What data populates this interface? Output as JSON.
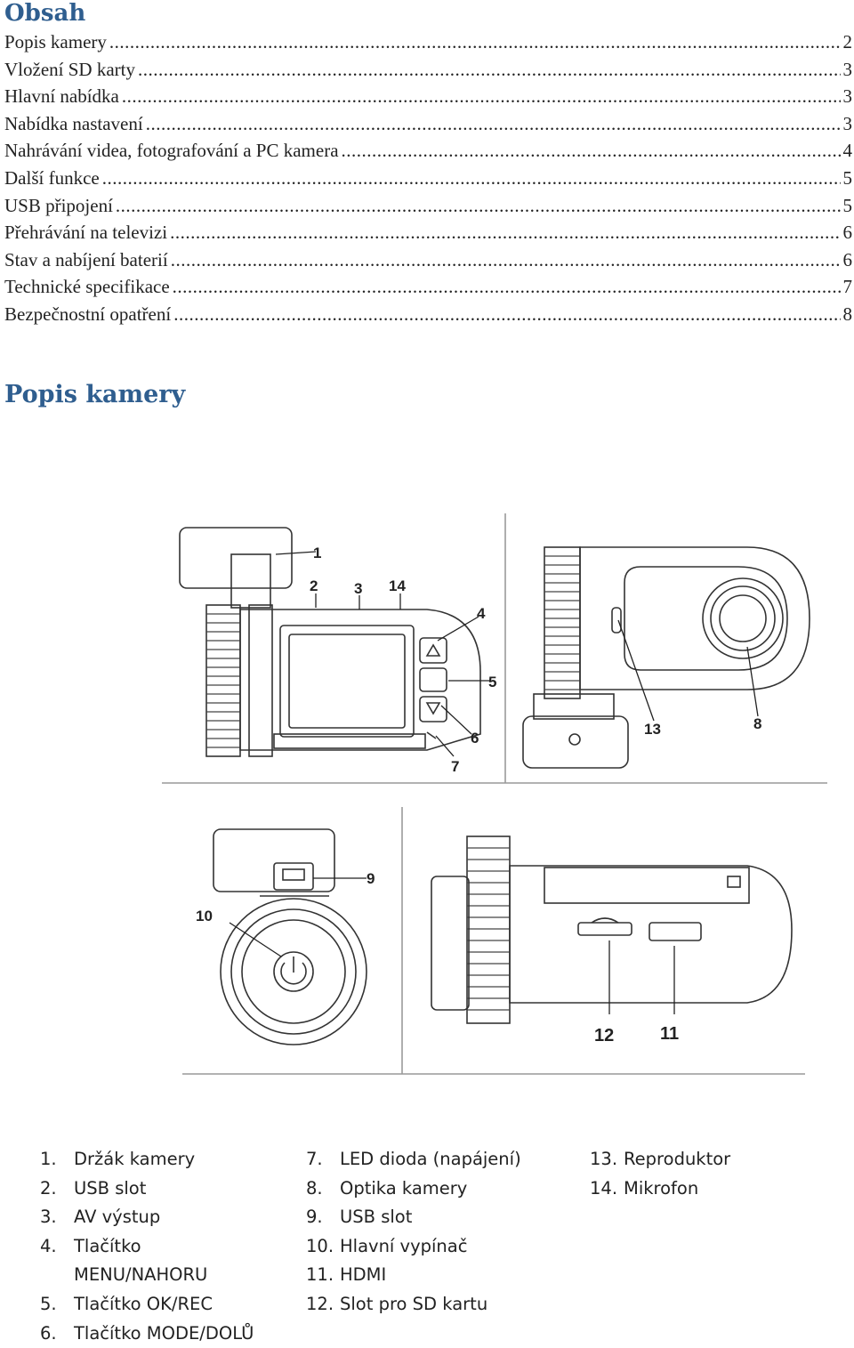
{
  "toc": {
    "heading": "Obsah",
    "entries": [
      {
        "label": "Popis kamery",
        "page": "2"
      },
      {
        "label": "Vložení SD karty",
        "page": "3"
      },
      {
        "label": "Hlavní nabídka",
        "page": "3"
      },
      {
        "label": "Nabídka nastavení",
        "page": "3"
      },
      {
        "label": "Nahrávání videa, fotografování a PC kamera",
        "page": "4"
      },
      {
        "label": "Další funkce",
        "page": "5"
      },
      {
        "label": "USB připojení",
        "page": "5"
      },
      {
        "label": "Přehrávání na televizi",
        "page": "6"
      },
      {
        "label": "Stav a nabíjení baterií",
        "page": "6"
      },
      {
        "label": "Technické specifikace",
        "page": "7"
      },
      {
        "label": "Bezpečnostní opatření",
        "page": "8"
      }
    ]
  },
  "section": {
    "heading": "Popis kamery"
  },
  "figure": {
    "callouts": [
      "1",
      "2",
      "3",
      "14",
      "4",
      "5",
      "6",
      "7",
      "13",
      "8",
      "9",
      "10",
      "12",
      "11"
    ]
  },
  "legend": {
    "col1": [
      {
        "num": "1.",
        "text": "Držák kamery"
      },
      {
        "num": "2.",
        "text": "USB slot"
      },
      {
        "num": "3.",
        "text": "AV výstup"
      },
      {
        "num": "4.",
        "text": "Tlačítko MENU/NAHORU"
      },
      {
        "num": "5.",
        "text": "Tlačítko OK/REC"
      },
      {
        "num": "6.",
        "text": "Tlačítko MODE/DOLŮ"
      }
    ],
    "col2": [
      {
        "num": "7.",
        "text": "LED dioda (napájení)"
      },
      {
        "num": "8.",
        "text": "Optika kamery"
      },
      {
        "num": "9.",
        "text": "USB slot"
      },
      {
        "num": "10.",
        "text": "Hlavní vypínač"
      },
      {
        "num": "11.",
        "text": "HDMI"
      },
      {
        "num": "12.",
        "text": "Slot pro SD kartu"
      }
    ],
    "col3": [
      {
        "num": "13.",
        "text": "Reproduktor"
      },
      {
        "num": "14.",
        "text": "Mikrofon"
      }
    ]
  }
}
